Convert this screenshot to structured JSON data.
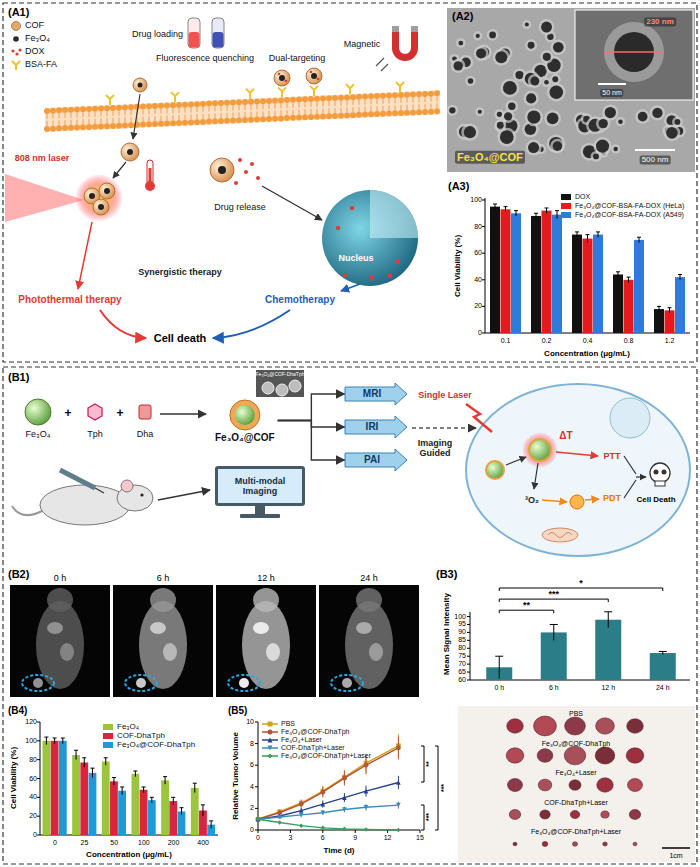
{
  "diagram": {
    "nodes": [
      {
        "text": [
          "Fe₃O₄@COF"
        ]
      },
      {
        "text": [
          "MRI"
        ]
      },
      {
        "text": [
          "IRI"
        ]
      },
      {
        "text": [
          "PAI"
        ]
      },
      {
        "text": [
          "Multi-modal Imaging"
        ]
      }
    ],
    "edges": [
      {
        "from": 0,
        "to": 1,
        "arrow": "to"
      },
      {
        "from": 0,
        "to": 2,
        "arrow": "to"
      },
      {
        "from": 0,
        "to": 3,
        "arrow": "to"
      }
    ],
    "labels": [
      "(A1)",
      "Drug loading",
      "Fluorescence quenching",
      "Dual-targeting",
      "Magnetic",
      "808 nm laser",
      "Drug release",
      "Synergistic therapy",
      "Photothermal therapy",
      "Chemotherapy",
      "Cell death",
      "Nucleus",
      "(A2)",
      "230 nm",
      "50 nm",
      "Fe₃O₄@COF",
      "500 nm",
      "(A3)",
      "Cell Viability (%)",
      "0",
      "20",
      "40",
      "60",
      "80",
      "100",
      "0.1",
      "0.2",
      "0.4",
      "0.8",
      "1.2",
      "Concentration (μg/mL)",
      "(B1)",
      "Fe₃O₄",
      "+",
      "Tph",
      "+",
      "Dha",
      "Fe₃O₄@COF-DhaTph",
      "Single Laser",
      "ΔT",
      "³O₂",
      "PTT",
      "PDT",
      "Cell Death",
      "(B2)",
      "0 h",
      "6 h",
      "12 h",
      "24 h",
      "(B3)",
      "Mean Signal Intensity",
      "60",
      "65",
      "70",
      "75",
      "80",
      "85",
      "90",
      "95",
      "100",
      "0 h",
      "6 h",
      "12 h",
      "24 h",
      "**",
      "***",
      "*",
      "(B4)",
      "Cell Viability (%)",
      "0",
      "20",
      "40",
      "60",
      "80",
      "100",
      "120",
      "0",
      "25",
      "50",
      "100",
      "200",
      "400",
      "Concentration (μg/mL)",
      "(B5)",
      "Relative Tumor Volume",
      "0",
      "2",
      "4",
      "6",
      "8",
      "10",
      "0",
      "3",
      "6",
      "9",
      "12",
      "15",
      "Time (d)",
      "**",
      "***",
      "***",
      "PBS",
      "Fe₃O₄@COF-DhaTph",
      "Fe₃O₄+Laser",
      "COF-DhaTph+Laser",
      "Fe₃O₄@COF-DhaTph+Laser",
      "1cm",
      "Imaging Guided"
    ],
    "legend": [
      {
        "text": "COF",
        "color": "#e3a76f"
      },
      {
        "text": "Fe₃O₄",
        "color": "#2b2b2b"
      },
      {
        "text": "DOX",
        "color": "#e53935"
      },
      {
        "text": "BSA-FA",
        "color": "#f2c12e"
      },
      {
        "text": "DOX",
        "color": "#111111"
      },
      {
        "text": "Fe₃O₄@COF-BSA-FA-DOX (HeLa)",
        "color": "#e41a1c"
      },
      {
        "text": "Fe₃O₄@COF-BSA-FA-DOX (A549)",
        "color": "#2f7bdc"
      },
      {
        "text": "Fe₃O₄",
        "color": "#9bc53d"
      },
      {
        "text": "COF-DhaTph",
        "color": "#d7263d"
      },
      {
        "text": "Fe₃O₄@COF-DhaTph",
        "color": "#1e9bd7"
      },
      {
        "text": "PBS"
      },
      {
        "text": "Fe₃O₄@COF-DhaTph"
      },
      {
        "text": "Fe₃O₄+Laser"
      },
      {
        "text": "COF-DhaTph+Laser"
      },
      {
        "text": "Fe₃O₄@COF-DhaTph+Laser"
      }
    ]
  }
}
